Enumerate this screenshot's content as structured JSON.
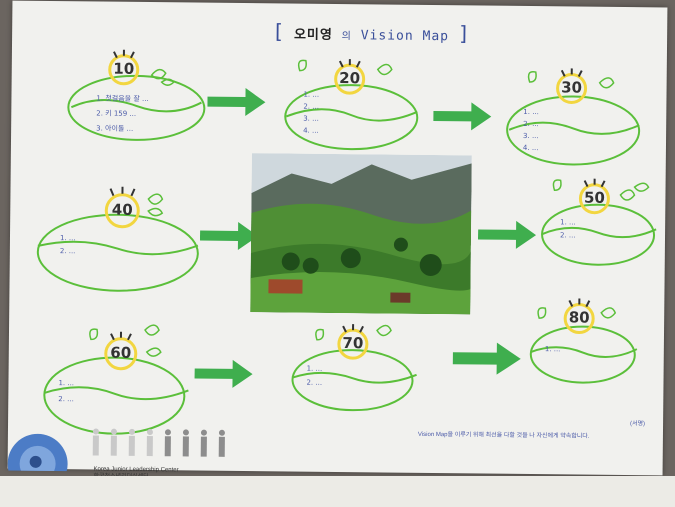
{
  "title": {
    "owner": "오미영",
    "particle": "의",
    "main": "Vision Map"
  },
  "leaves": [
    {
      "age": "10",
      "lines": [
        "1. 첫걸음을 잘 ...",
        "2. 키 159 ...",
        "3. 아이돌 ..."
      ]
    },
    {
      "age": "20",
      "lines": [
        "1. ...",
        "2. ...",
        "3. ...",
        "4. ..."
      ]
    },
    {
      "age": "30",
      "lines": [
        "1. ...",
        "2. ...",
        "3. ...",
        "4. ..."
      ]
    },
    {
      "age": "40",
      "lines": [
        "1. ...",
        "2. ..."
      ]
    },
    {
      "age": "50",
      "lines": [
        "1. ...",
        "2. ..."
      ]
    },
    {
      "age": "60",
      "lines": [
        "1. ...",
        "2. ..."
      ]
    },
    {
      "age": "70",
      "lines": [
        "1. ...",
        "2. ..."
      ]
    },
    {
      "age": "80",
      "lines": [
        "1. ..."
      ]
    }
  ],
  "caption": "Vision Map을 이루기 위해 최선을 다할 것을 나 자신에게 약속합니다.",
  "stamp": "(서명)",
  "logo": {
    "line1": "Korea Junior Leadership Center",
    "line2": "한국청소년리더십센터"
  },
  "colors": {
    "leaf": "#5bbf3a",
    "arrow": "#3fae4e",
    "sun": "#f2d640",
    "ink": "#4a5aa8"
  }
}
